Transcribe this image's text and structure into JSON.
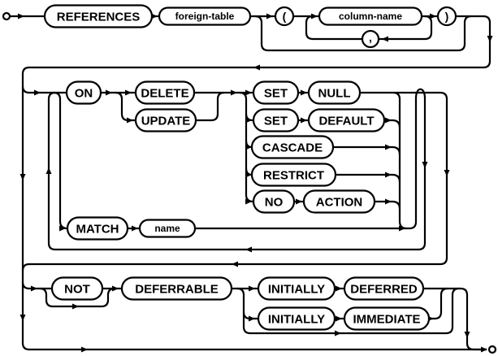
{
  "diagram": {
    "kind": "railroad-syntax-diagram",
    "colors": {
      "line": "#000000",
      "background": "#ffffff",
      "box_fill": "#ffffff"
    },
    "labels": {
      "references": "REFERENCES",
      "foreign_table": "foreign-table",
      "open_paren": "(",
      "column_name": "column-name",
      "comma": ",",
      "close_paren": ")",
      "on": "ON",
      "delete": "DELETE",
      "update": "UPDATE",
      "set_a": "SET",
      "null_kw": "NULL",
      "set_b": "SET",
      "default_kw": "DEFAULT",
      "cascade": "CASCADE",
      "restrict": "RESTRICT",
      "no_kw": "NO",
      "action": "ACTION",
      "match": "MATCH",
      "name": "name",
      "not_kw": "NOT",
      "deferrable": "DEFERRABLE",
      "initially_a": "INITIALLY",
      "deferred": "DEFERRED",
      "initially_b": "INITIALLY",
      "immediate": "IMMEDIATE"
    }
  }
}
